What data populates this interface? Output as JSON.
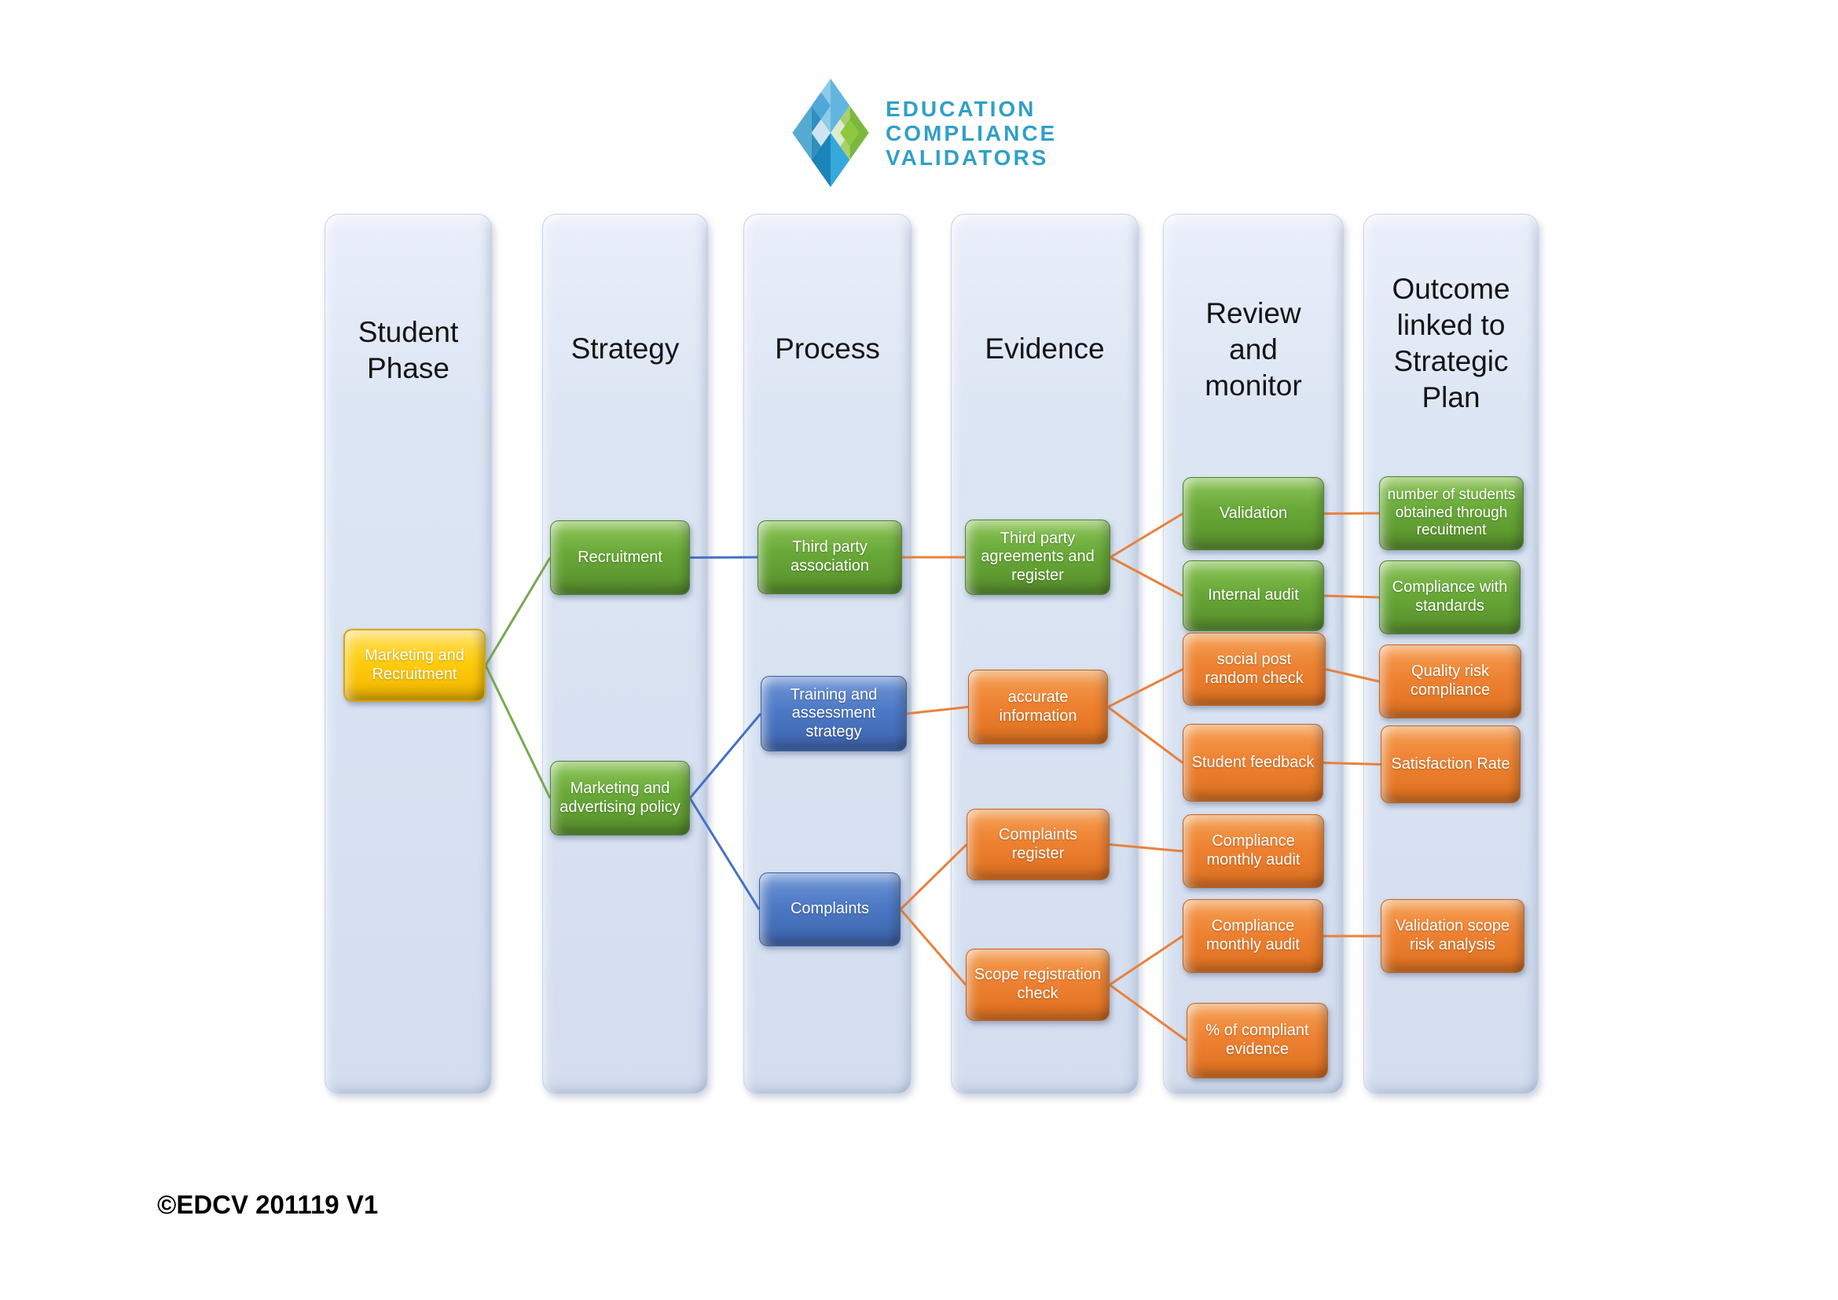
{
  "logo": {
    "lines": [
      "EDUCATION",
      "COMPLIANCE",
      "VALIDATORS"
    ],
    "brand_text_color": "#2fa0c8",
    "diamond_colors": {
      "blue_light": "#8ecae6",
      "blue_mid": "#4fa8d8",
      "blue_dark": "#2a8ec4",
      "blue_deep": "#1d86ba",
      "green_mid": "#8dc63f",
      "green_light": "#aed07a",
      "pale_blue": "#cfe4f2",
      "pale_green": "#dcead0"
    }
  },
  "footer": {
    "copyright": "©EDCV 201119 V1"
  },
  "columns": [
    {
      "id": "student-phase",
      "title": "Student Phase"
    },
    {
      "id": "strategy",
      "title": "Strategy"
    },
    {
      "id": "process",
      "title": "Process"
    },
    {
      "id": "evidence",
      "title": "Evidence"
    },
    {
      "id": "review-monitor",
      "title": "Review and monitor"
    },
    {
      "id": "outcome",
      "title": "Outcome linked to Strategic Plan"
    }
  ],
  "nodes": [
    {
      "id": "marketing-recruitment",
      "label": "Marketing and Recruitment",
      "color": "yellow",
      "column": "student-phase"
    },
    {
      "id": "recruitment",
      "label": "Recruitment",
      "color": "green",
      "column": "strategy"
    },
    {
      "id": "marketing-advertising-policy",
      "label": "Marketing and advertising policy",
      "color": "green",
      "column": "strategy"
    },
    {
      "id": "third-party-association",
      "label": "Third party association",
      "color": "green",
      "column": "process"
    },
    {
      "id": "training-assessment-strategy",
      "label": "Training and assessment strategy",
      "color": "blue",
      "column": "process"
    },
    {
      "id": "complaints",
      "label": "Complaints",
      "color": "blue",
      "column": "process"
    },
    {
      "id": "third-party-agreements-register",
      "label": "Third party agreements and register",
      "color": "green",
      "column": "evidence"
    },
    {
      "id": "accurate-information",
      "label": "accurate information",
      "color": "orange",
      "column": "evidence"
    },
    {
      "id": "complaints-register",
      "label": "Complaints register",
      "color": "orange",
      "column": "evidence"
    },
    {
      "id": "scope-registration-check",
      "label": "Scope registration check",
      "color": "orange",
      "column": "evidence"
    },
    {
      "id": "validation",
      "label": "Validation",
      "color": "green",
      "column": "review-monitor"
    },
    {
      "id": "internal-audit",
      "label": "Internal audit",
      "color": "green",
      "column": "review-monitor"
    },
    {
      "id": "social-post-random-check",
      "label": "social post random check",
      "color": "orange",
      "column": "review-monitor"
    },
    {
      "id": "student-feedback",
      "label": "Student feedback",
      "color": "orange",
      "column": "review-monitor"
    },
    {
      "id": "compliance-monthly-audit-1",
      "label": "Compliance monthly audit",
      "color": "orange",
      "column": "review-monitor"
    },
    {
      "id": "compliance-monthly-audit-2",
      "label": "Compliance monthly audit",
      "color": "orange",
      "column": "review-monitor"
    },
    {
      "id": "percent-compliant-evidence",
      "label": "% of compliant evidence",
      "color": "orange",
      "column": "review-monitor"
    },
    {
      "id": "number-students-recruitment",
      "label": "number of students obtained through recuitment",
      "color": "green",
      "column": "outcome"
    },
    {
      "id": "compliance-standards",
      "label": "Compliance with standards",
      "color": "green",
      "column": "outcome"
    },
    {
      "id": "quality-risk-compliance",
      "label": "Quality risk compliance",
      "color": "orange",
      "column": "outcome"
    },
    {
      "id": "satisfaction-rate",
      "label": "Satisfaction Rate",
      "color": "orange",
      "column": "outcome"
    },
    {
      "id": "validation-scope-risk-analysis",
      "label": "Validation scope risk analysis",
      "color": "orange",
      "column": "outcome"
    }
  ],
  "edges": [
    {
      "from": "marketing-recruitment",
      "to": "recruitment",
      "color": "green"
    },
    {
      "from": "marketing-recruitment",
      "to": "marketing-advertising-policy",
      "color": "green"
    },
    {
      "from": "recruitment",
      "to": "third-party-association",
      "color": "blue"
    },
    {
      "from": "marketing-advertising-policy",
      "to": "training-assessment-strategy",
      "color": "blue"
    },
    {
      "from": "marketing-advertising-policy",
      "to": "complaints",
      "color": "blue"
    },
    {
      "from": "third-party-association",
      "to": "third-party-agreements-register",
      "color": "orange"
    },
    {
      "from": "training-assessment-strategy",
      "to": "accurate-information",
      "color": "orange"
    },
    {
      "from": "complaints",
      "to": "complaints-register",
      "color": "orange"
    },
    {
      "from": "complaints",
      "to": "scope-registration-check",
      "color": "orange"
    },
    {
      "from": "third-party-agreements-register",
      "to": "validation",
      "color": "orange"
    },
    {
      "from": "third-party-agreements-register",
      "to": "internal-audit",
      "color": "orange"
    },
    {
      "from": "accurate-information",
      "to": "social-post-random-check",
      "color": "orange"
    },
    {
      "from": "accurate-information",
      "to": "student-feedback",
      "color": "orange"
    },
    {
      "from": "complaints-register",
      "to": "compliance-monthly-audit-1",
      "color": "orange"
    },
    {
      "from": "scope-registration-check",
      "to": "compliance-monthly-audit-2",
      "color": "orange"
    },
    {
      "from": "scope-registration-check",
      "to": "percent-compliant-evidence",
      "color": "orange"
    },
    {
      "from": "validation",
      "to": "number-students-recruitment",
      "color": "orange"
    },
    {
      "from": "internal-audit",
      "to": "compliance-standards",
      "color": "orange"
    },
    {
      "from": "social-post-random-check",
      "to": "quality-risk-compliance",
      "color": "orange"
    },
    {
      "from": "student-feedback",
      "to": "satisfaction-rate",
      "color": "orange"
    },
    {
      "from": "compliance-monthly-audit-2",
      "to": "validation-scope-risk-analysis",
      "color": "orange"
    }
  ],
  "colors": {
    "node_green": "#68a838",
    "node_orange": "#ee8232",
    "node_blue": "#4d79c5",
    "node_yellow": "#ffcd0d",
    "column_bg": "#dde6f4",
    "edge_green": "#79a84f",
    "edge_blue": "#4472c4",
    "edge_orange": "#e8823c"
  }
}
